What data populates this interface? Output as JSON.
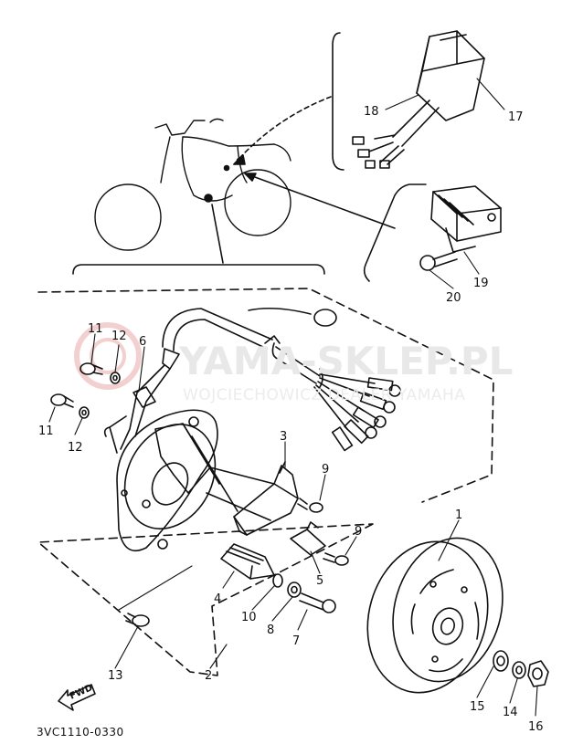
{
  "diagram": {
    "watermark": {
      "main": "YAMA-SKLEP.PL",
      "sub": "WOJCIECHOWICZ DEALER YAMAHA"
    },
    "catalog_code": "3VC1110-0330",
    "fwd_label": "FWD",
    "callouts": {
      "p1": "1",
      "p2": "2",
      "p3": "3",
      "p4": "4",
      "p5": "5",
      "p6": "6",
      "p7": "7",
      "p8": "8",
      "p9a": "9",
      "p9b": "9",
      "p10": "10",
      "p11a": "11",
      "p11b": "11",
      "p12a": "12",
      "p12b": "12",
      "p13": "13",
      "p14": "14",
      "p15": "15",
      "p16": "16",
      "p17": "17",
      "p18": "18",
      "p19": "19",
      "p20": "20"
    }
  }
}
